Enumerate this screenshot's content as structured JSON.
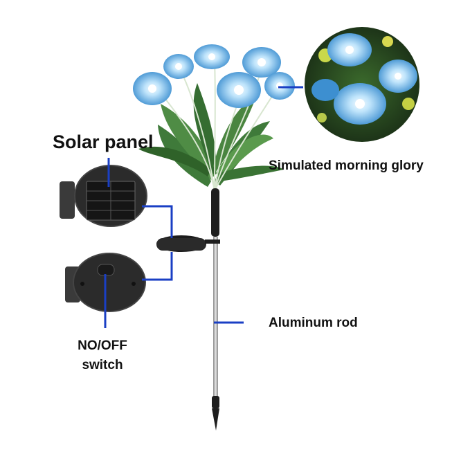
{
  "labels": {
    "solar_panel": "Solar panel",
    "morning_glory": "Simulated morning glory",
    "aluminum_rod": "Aluminum rod",
    "switch_line1": "NO/OFF",
    "switch_line2": "switch"
  },
  "colors": {
    "callout_line": "#1a3fc4",
    "petal": "#5ab4ea",
    "petal_center": "#eef8ff",
    "leaf": "#3f7a3a",
    "device_body": "#2b2b2b",
    "rod": "#a9a9a9"
  }
}
